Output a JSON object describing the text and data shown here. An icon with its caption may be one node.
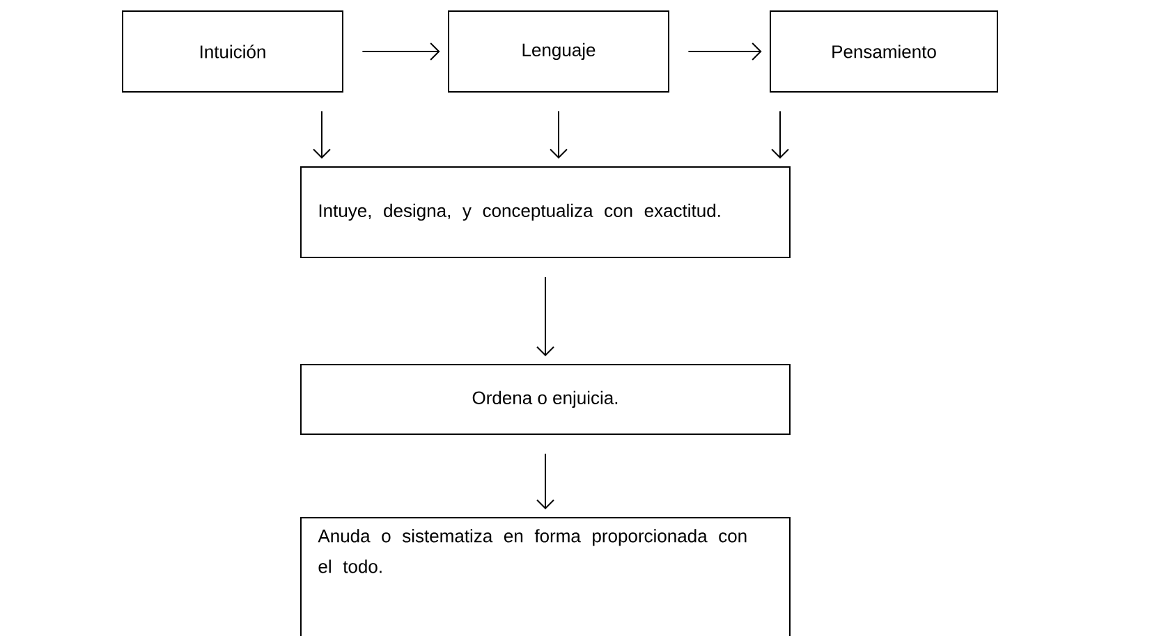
{
  "diagram": {
    "nodes": [
      {
        "text": [
          "Intuición"
        ]
      },
      {
        "text": [
          "Lenguaje"
        ]
      },
      {
        "text": [
          "Pensamiento"
        ]
      },
      {
        "text": [
          "Intuye, designa, y conceptualiza con exactitud."
        ]
      },
      {
        "text": [
          "Ordena o enjuicia."
        ]
      },
      {
        "text": [
          "Anuda o sistematiza en forma proporcionada con el todo."
        ]
      }
    ],
    "edges": [
      {
        "from": 0,
        "to": 1,
        "arrow": "to"
      },
      {
        "from": 1,
        "to": 2,
        "arrow": "to"
      },
      {
        "from": 0,
        "to": 3,
        "arrow": "to"
      },
      {
        "from": 1,
        "to": 3,
        "arrow": "to"
      },
      {
        "from": 2,
        "to": 3,
        "arrow": "to"
      },
      {
        "from": 3,
        "to": 4,
        "arrow": "to"
      },
      {
        "from": 4,
        "to": 5,
        "arrow": "to"
      }
    ]
  }
}
